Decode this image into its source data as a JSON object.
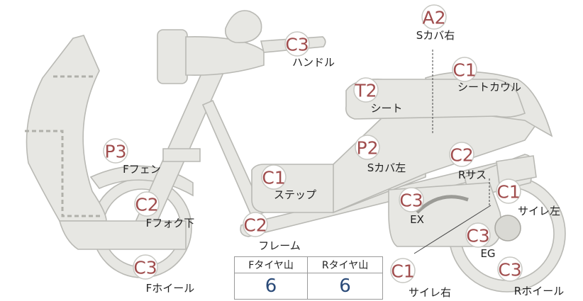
{
  "colors": {
    "badge_text": "#a04d4d",
    "tread_value": "#2a4a78",
    "part_fill": "#e7e7e3"
  },
  "parts": [
    {
      "id": "handle",
      "grade": "C3",
      "label": "ハンドル"
    },
    {
      "id": "s-cover-right",
      "grade": "A2",
      "label": "Sカバ右"
    },
    {
      "id": "seat-cowl",
      "grade": "C1",
      "label": "シートカウル"
    },
    {
      "id": "seat",
      "grade": "T2",
      "label": "シート"
    },
    {
      "id": "s-cover-left",
      "grade": "P2",
      "label": "Sカバ左"
    },
    {
      "id": "f-fender",
      "grade": "P3",
      "label": "Fフェン"
    },
    {
      "id": "step",
      "grade": "C1",
      "label": "ステップ"
    },
    {
      "id": "r-suspension",
      "grade": "C2",
      "label": "Rサス"
    },
    {
      "id": "f-fork-lower",
      "grade": "C2",
      "label": "Fフォク下"
    },
    {
      "id": "exhaust",
      "grade": "C3",
      "label": "EX"
    },
    {
      "id": "muffler-left",
      "grade": "C1",
      "label": "サイレ左"
    },
    {
      "id": "frame",
      "grade": "C2",
      "label": "フレーム"
    },
    {
      "id": "engine",
      "grade": "C3",
      "label": "EG"
    },
    {
      "id": "f-wheel",
      "grade": "C3",
      "label": "Fホイール"
    },
    {
      "id": "muffler-right",
      "grade": "C1",
      "label": "サイレ右"
    },
    {
      "id": "r-wheel",
      "grade": "C3",
      "label": "Rホイール"
    }
  ],
  "tread_table": {
    "headers": [
      "Fタイヤ山",
      "Rタイヤ山"
    ],
    "values": [
      "6",
      "6"
    ]
  }
}
